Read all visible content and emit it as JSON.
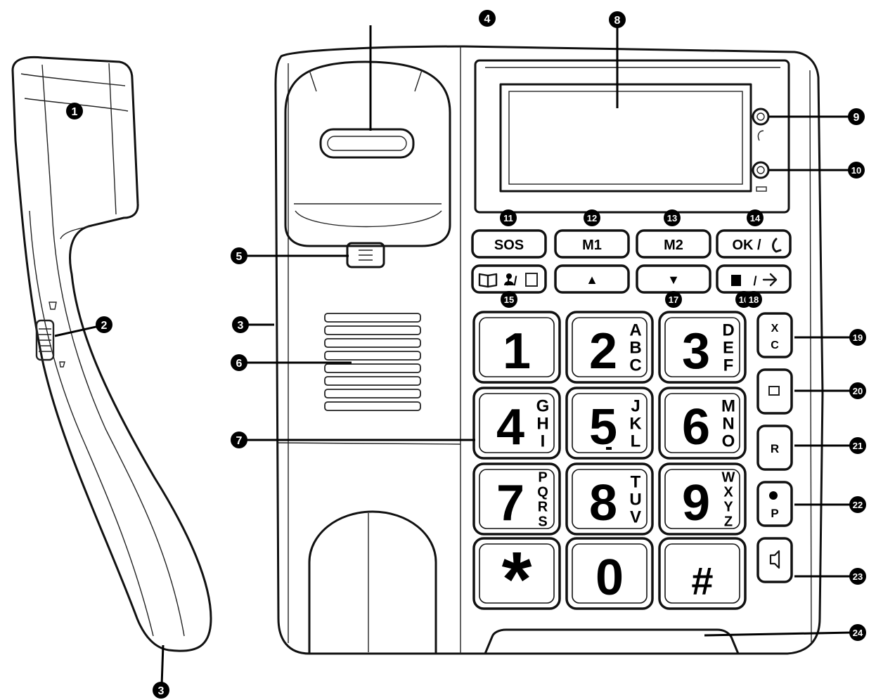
{
  "keypad": {
    "keys": [
      {
        "digit": "1",
        "letters": ""
      },
      {
        "digit": "2",
        "letters": "ABC"
      },
      {
        "digit": "3",
        "letters": "DEF"
      },
      {
        "digit": "4",
        "letters": "GHI"
      },
      {
        "digit": "5",
        "letters": "JKL"
      },
      {
        "digit": "6",
        "letters": "MNO"
      },
      {
        "digit": "7",
        "letters": "PQRS"
      },
      {
        "digit": "8",
        "letters": "TUV"
      },
      {
        "digit": "9",
        "letters": "WXYZ"
      },
      {
        "digit": "*",
        "letters": ""
      },
      {
        "digit": "0",
        "letters": ""
      },
      {
        "digit": "#",
        "letters": ""
      }
    ]
  },
  "soft_keys": {
    "sos": "SOS",
    "m1": "M1",
    "m2": "M2",
    "ok": "OK /",
    "up": "▲",
    "down": "▼",
    "phonebook": "/ /",
    "redial": "/"
  },
  "side_keys": {
    "delete_top": "X",
    "delete_bottom": "C",
    "recall": "R",
    "pause": "P"
  },
  "callouts": {
    "c1": "1",
    "c2": "2",
    "c3a": "3",
    "c3b": "3",
    "c4": "4",
    "c5": "5",
    "c6": "6",
    "c7": "7",
    "c8": "8",
    "c9": "9",
    "c10": "10",
    "c11": "11",
    "c12": "12",
    "c13": "13",
    "c14": "14",
    "c15": "15",
    "c16": "16",
    "c17": "17",
    "c18": "18",
    "c19": "19",
    "c20": "20",
    "c21": "21",
    "c22": "22",
    "c23": "23",
    "c24": "24"
  }
}
